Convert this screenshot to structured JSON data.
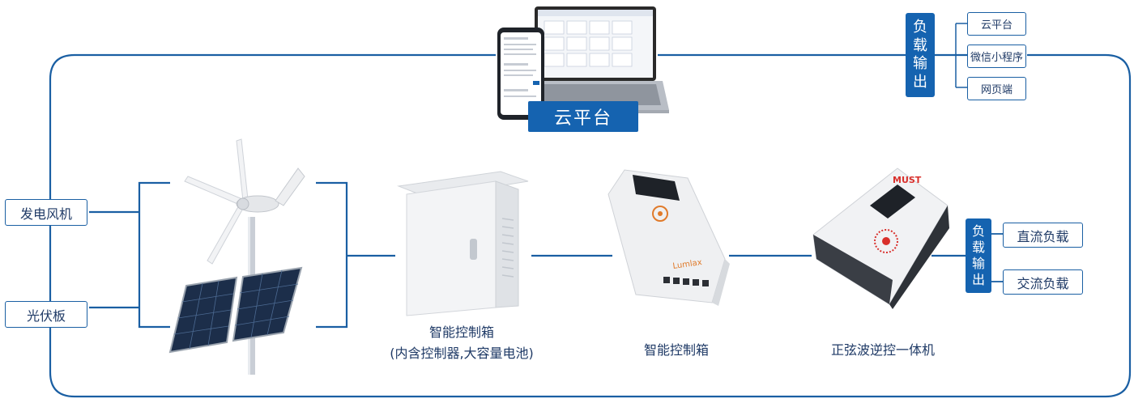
{
  "colors": {
    "primary": "#1563b0",
    "line": "#1a5fa3",
    "text": "#1f3a66"
  },
  "cloud_label": "云平台",
  "load_output_top": [
    "负",
    "载",
    "输",
    "出"
  ],
  "platform_options": [
    "云平台",
    "微信小程序",
    "网页端"
  ],
  "sources": {
    "wind": "发电风机",
    "solar": "光伏板"
  },
  "devices": {
    "cabinet": {
      "line1": "智能控制箱",
      "line2": "(内含控制器,大容量电池)"
    },
    "controller": {
      "label": "智能控制箱",
      "brand": "Lumlax"
    },
    "inverter": {
      "label": "正弦波逆控一体机",
      "brand": "MUST"
    }
  },
  "load_output_right": [
    "负",
    "载",
    "输",
    "出"
  ],
  "loads": [
    "直流负载",
    "交流负载"
  ]
}
